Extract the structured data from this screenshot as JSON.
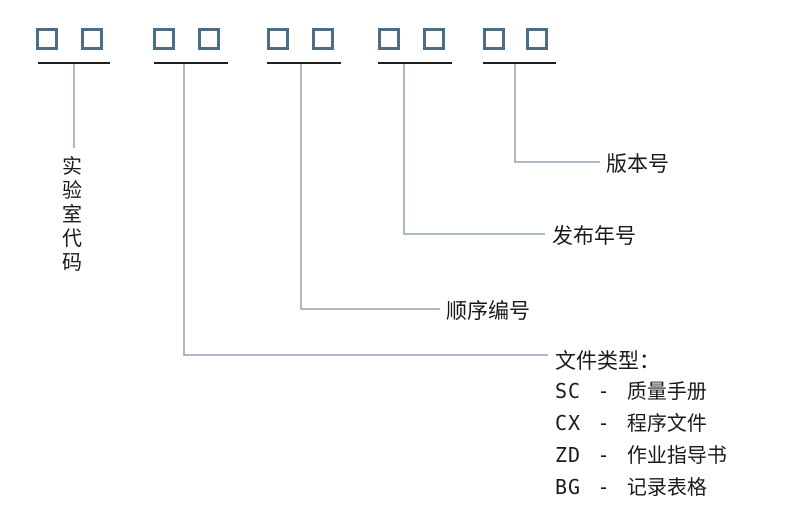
{
  "boxes": {
    "count": 10,
    "color": "#4d6d84"
  },
  "labels": {
    "lab_code": "实验室代码",
    "version": "版本号",
    "year": "发布年号",
    "sequence": "顺序编号",
    "file_type_title": "文件类型："
  },
  "file_types": [
    {
      "code": "SC",
      "sep": "-",
      "name": "质量手册"
    },
    {
      "code": "CX",
      "sep": "-",
      "name": "程序文件"
    },
    {
      "code": "ZD",
      "sep": "-",
      "name": "作业指导书"
    },
    {
      "code": "BG",
      "sep": "-",
      "name": "记录表格"
    }
  ],
  "colors": {
    "box_border": "#4d6d84",
    "connector": "#8fa3b3",
    "underline": "#1e1e1e"
  }
}
